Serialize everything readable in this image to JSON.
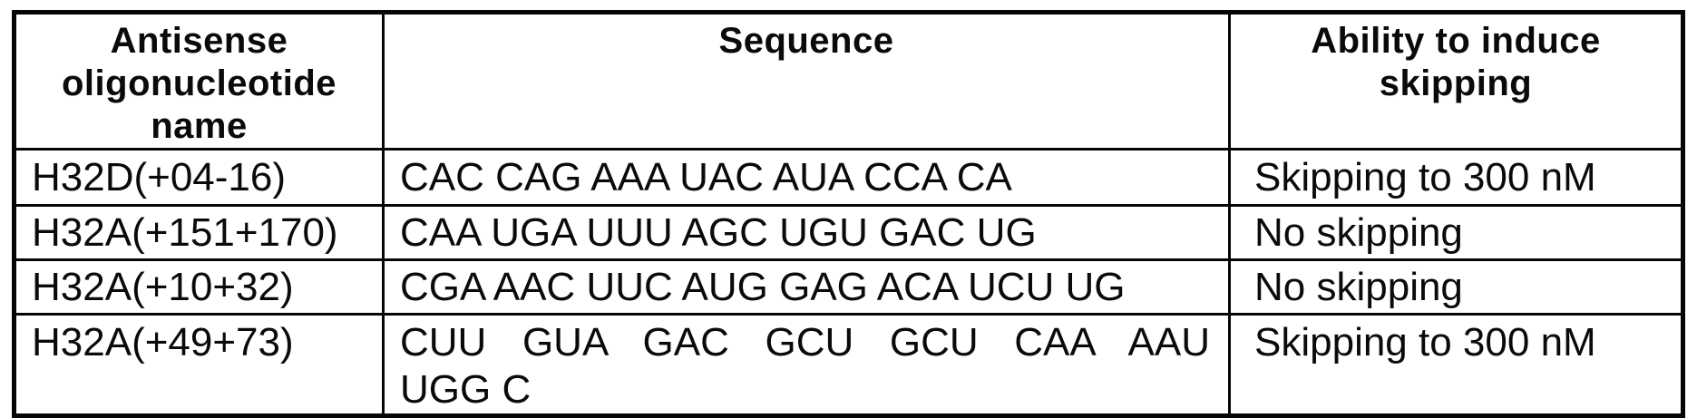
{
  "table": {
    "headers": [
      "Antisense oligonucleotide name",
      "Sequence",
      "Ability to induce skipping"
    ],
    "rows": [
      {
        "name": "H32D(+04-16)",
        "seq_line1": "CAC CAG AAA UAC AUA CCA CA",
        "seq_line2": "",
        "ability": "Skipping to 300 nM"
      },
      {
        "name": "H32A(+151+170)",
        "seq_line1": "CAA UGA UUU AGC UGU GAC UG",
        "seq_line2": "",
        "ability": "No skipping"
      },
      {
        "name": "H32A(+10+32)",
        "seq_line1": "CGA AAC UUC AUG GAG ACA UCU UG",
        "seq_line2": "",
        "ability": "No skipping"
      },
      {
        "name": "H32A(+49+73)",
        "seq_line1": "CUU GUA GAC GCU GCU CAA AAU",
        "seq_line2": "UGG C",
        "ability": "Skipping to 300 nM"
      }
    ]
  }
}
